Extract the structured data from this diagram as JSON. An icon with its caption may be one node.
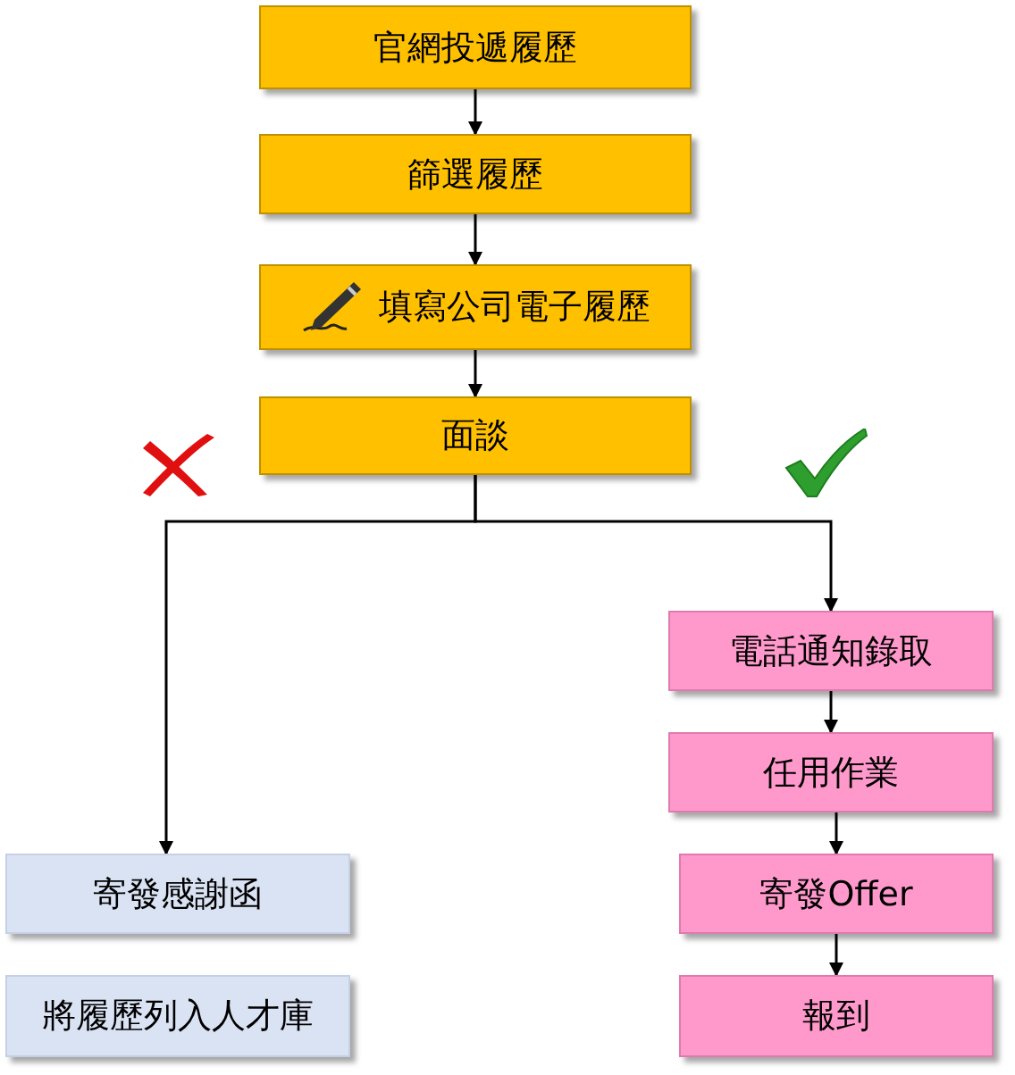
{
  "diagram": {
    "nodes": [
      {
        "text": [
          "官網投遞履歷"
        ]
      },
      {
        "text": [
          "篩選履歷"
        ]
      },
      {
        "text": [
          "填寫公司電子履歷"
        ]
      },
      {
        "text": [
          "面談"
        ]
      },
      {
        "text": [
          "電話通知錄取"
        ]
      },
      {
        "text": [
          "任用作業"
        ]
      },
      {
        "text": [
          "寄發Offer"
        ]
      },
      {
        "text": [
          "報到"
        ]
      },
      {
        "text": [
          "寄發感謝函"
        ]
      },
      {
        "text": [
          "將履歷列入人才庫"
        ]
      }
    ],
    "edges": [
      {
        "from": 0,
        "to": 1,
        "arrow": "to"
      },
      {
        "from": 1,
        "to": 2,
        "arrow": "to"
      },
      {
        "from": 2,
        "to": 3,
        "arrow": "to"
      },
      {
        "from": 3,
        "to": 8,
        "arrow": "to"
      },
      {
        "from": 3,
        "to": 4,
        "arrow": "to"
      },
      {
        "from": 4,
        "to": 5,
        "arrow": "to"
      },
      {
        "from": 5,
        "to": 6,
        "arrow": "to"
      },
      {
        "from": 6,
        "to": 7,
        "arrow": "to"
      }
    ]
  }
}
